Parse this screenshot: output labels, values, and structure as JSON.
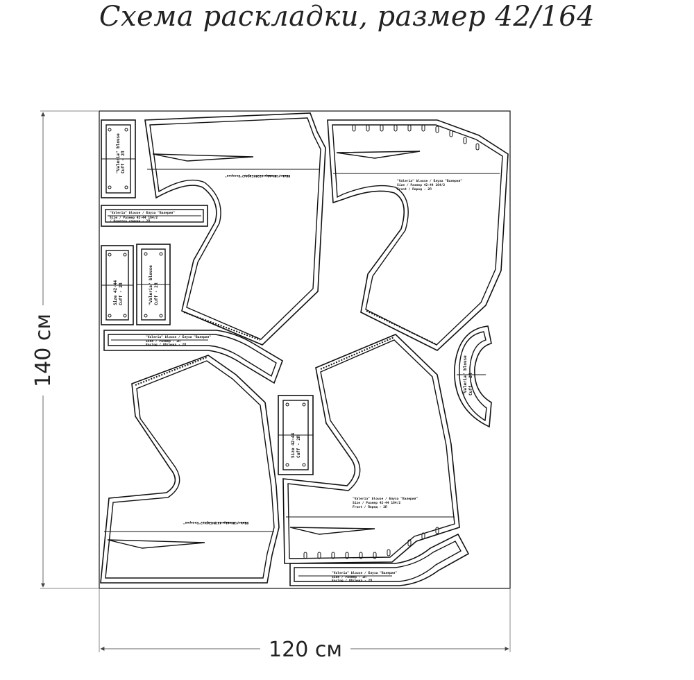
{
  "title": "Схема раскладки, размер 42/164",
  "dimensions": {
    "height_label": "140 см",
    "width_label": "120 см"
  },
  "piece_labels": {
    "back_line1": "\"Valeria\" blouse / Блуза \"Валерия\"",
    "back_line2": "Size / Размер 42-44 164/2",
    "back_line3": "Back / Спинка - 2П",
    "yoke_line1": "\"Valeria\" blouse / Блуза \"Валерия\"",
    "yoke_line2": "Size / Размер 42-44 164/2",
    "yoke_line3": "/ Кокетка спинки - 2П",
    "front_line1": "\"Valeria\" blouse / Блуза \"Валерия\"",
    "front_line2": "Size / Размер 42-44 164/2",
    "front_line3": "Front / Перед - 2П",
    "band_line1": "\"Valeria\" blouse / Блуза \"Валерия\"",
    "band_line2": "Size / Размер - 2П",
    "band_line3": "Facing / Обтачка - 2П",
    "small_line1": "\"Valeria\" blouse",
    "small_line2": "Size 42-44",
    "small_line3": "Cuff - 2П"
  }
}
